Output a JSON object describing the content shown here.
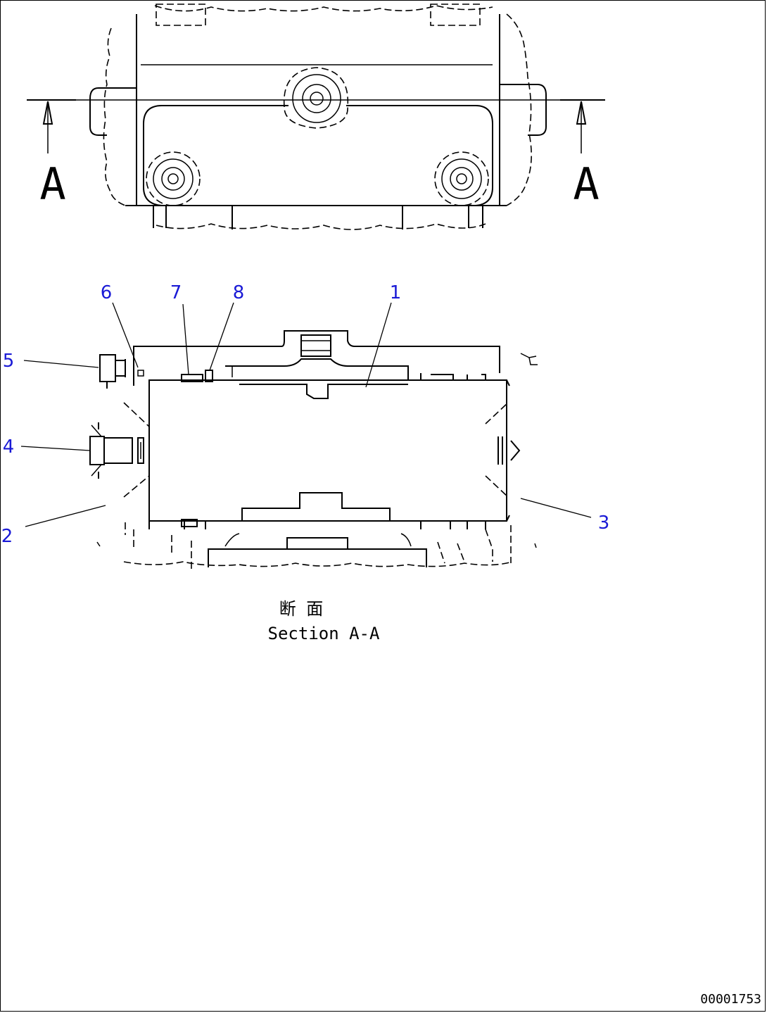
{
  "section_marks": {
    "left": "A",
    "right": "A"
  },
  "callouts": [
    {
      "id": "1",
      "label": "1"
    },
    {
      "id": "2",
      "label": "2"
    },
    {
      "id": "3",
      "label": "3"
    },
    {
      "id": "4",
      "label": "4"
    },
    {
      "id": "5",
      "label": "5"
    },
    {
      "id": "6",
      "label": "6"
    },
    {
      "id": "7",
      "label": "7"
    },
    {
      "id": "8",
      "label": "8"
    }
  ],
  "caption": {
    "jp": "断 面",
    "en": "Section A-A"
  },
  "drawing_code": "00001753",
  "colors": {
    "callout": "#1a1ad6",
    "line": "#000000"
  }
}
